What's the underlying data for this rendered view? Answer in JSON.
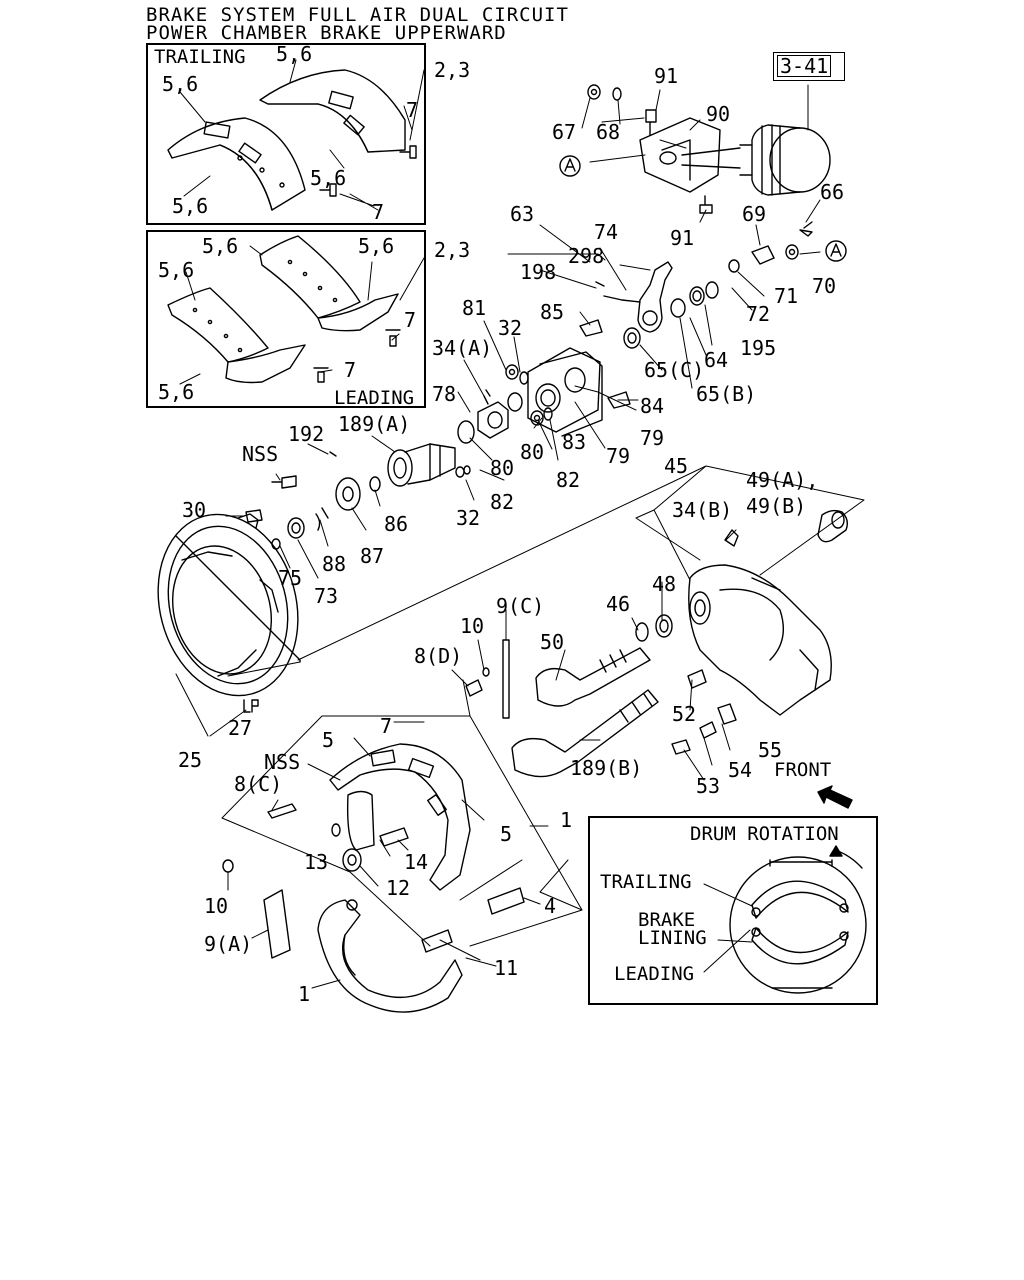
{
  "title_lines": [
    "BRAKE SYSTEM FULL AIR DUAL CIRCUIT",
    "POWER CHAMBER BRAKE UPPERWARD"
  ],
  "page_ref": "3-41",
  "inset_trailing": {
    "label": "TRAILING",
    "assembly_ref": "2,3",
    "parts": [
      "5,6",
      "5,6",
      "5,6",
      "5,6",
      "7",
      "7"
    ]
  },
  "inset_leading": {
    "label": "LEADING",
    "assembly_ref": "2,3",
    "parts": [
      "5,6",
      "5,6",
      "5,6",
      "5,6",
      "7",
      "7"
    ]
  },
  "rotation_box": {
    "title": "DRUM ROTATION",
    "trailing": "TRAILING",
    "brake_lining_1": "BRAKE",
    "brake_lining_2": "LINING",
    "leading": "LEADING"
  },
  "front_label": "FRONT",
  "callouts": {
    "c67": "67",
    "c68": "68",
    "c91a": "91",
    "c90": "90",
    "c91b": "91",
    "c66": "66",
    "c69": "69",
    "c70": "70",
    "c71": "71",
    "c72": "72",
    "c195": "195",
    "c64": "64",
    "c65b": "65(B)",
    "c65c": "65(C)",
    "c63": "63",
    "c74": "74",
    "c298": "298",
    "c198": "198",
    "c81": "81",
    "c32a": "32",
    "c85": "85",
    "c34a": "34(A)",
    "c78": "78",
    "c84": "84",
    "c79a": "79",
    "c79b": "79",
    "c83": "83",
    "c80a": "80",
    "c80b": "80",
    "c82a": "82",
    "c82b": "82",
    "c192": "192",
    "c189a": "189(A)",
    "cNSS1": "NSS",
    "c86": "86",
    "c32b": "32",
    "c30": "30",
    "c88": "88",
    "c87": "87",
    "c75": "75",
    "c73": "73",
    "c45": "45",
    "c49": "49(A),",
    "c49b": "49(B)",
    "c34b": "34(B)",
    "c48": "48",
    "c46": "46",
    "c9c": "9(C)",
    "c10a": "10",
    "c8d": "8(D)",
    "c50": "50",
    "c52": "52",
    "c189b": "189(B)",
    "c55": "55",
    "c54": "54",
    "c53": "53",
    "c27": "27",
    "c25": "25",
    "c7": "7",
    "c5a": "5",
    "cNSS2": "NSS",
    "c8c": "8(C)",
    "c1a": "1",
    "c5b": "5",
    "c13": "13",
    "c14": "14",
    "c12": "12",
    "c10b": "10",
    "c4": "4",
    "c9a": "9(A)",
    "c11": "11",
    "c1b": "1"
  },
  "colors": {
    "ink": "#000000",
    "paper": "#ffffff"
  }
}
